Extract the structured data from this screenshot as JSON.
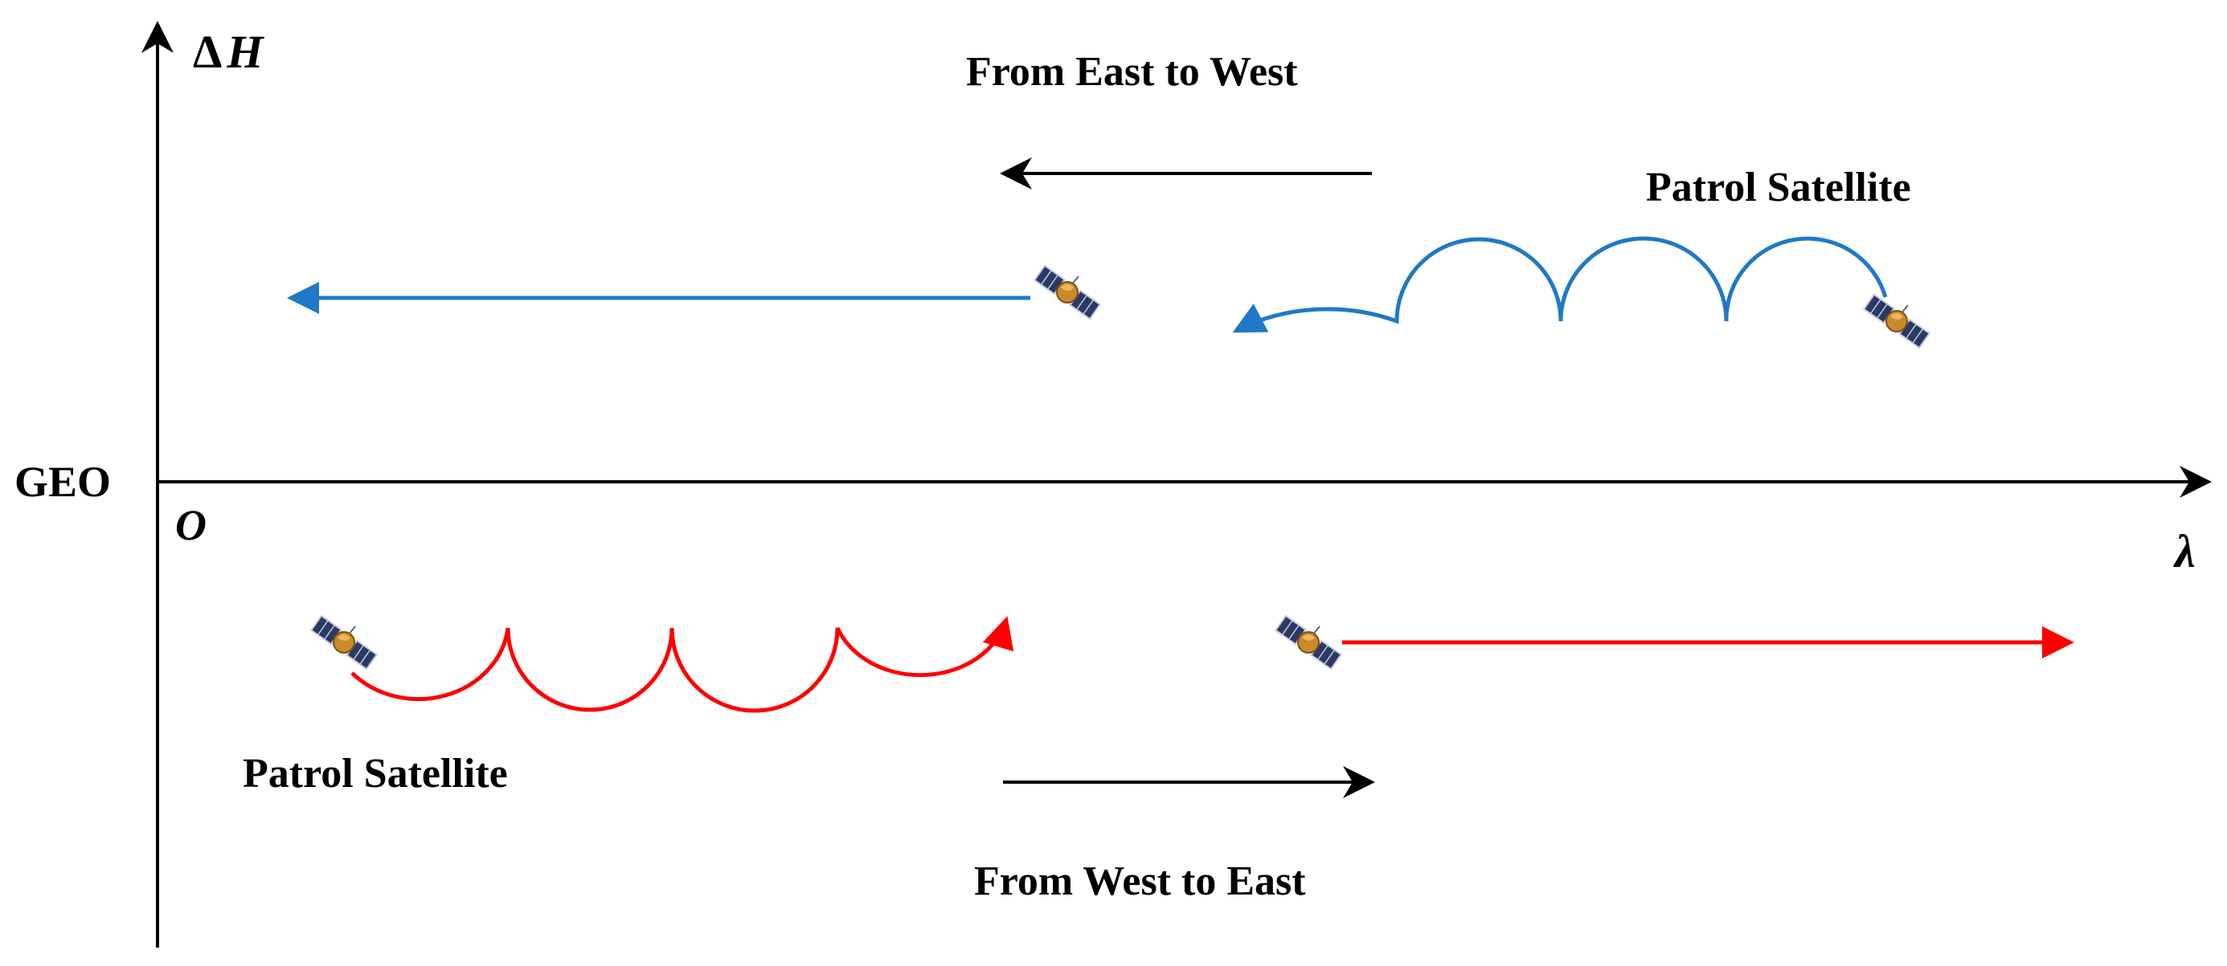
{
  "axes": {
    "y_label_delta": "Δ",
    "y_label_var": "H",
    "x_label": "λ",
    "origin_label": "O",
    "geo_label": "GEO"
  },
  "top": {
    "direction_label": "From East to West",
    "satellite_label": "Patrol Satellite"
  },
  "bottom": {
    "direction_label": "From West to East",
    "satellite_label": "Patrol Satellite"
  },
  "colors": {
    "axis": "#000000",
    "east_to_west": "#1f78c8",
    "west_to_east": "#ff0000",
    "direction_arrow": "#000000"
  },
  "icons": {
    "satellite": "satellite-icon"
  }
}
